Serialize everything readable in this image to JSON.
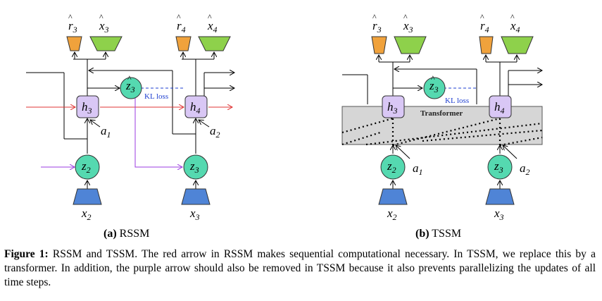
{
  "figure": {
    "subfigures": [
      {
        "label": "(a)",
        "name": "RSSM"
      },
      {
        "label": "(b)",
        "name": "TSSM"
      }
    ],
    "kl_loss": "KL loss",
    "transformer_label": "Transformer",
    "nodes": {
      "r3": {
        "base": "r",
        "sub": "3"
      },
      "x3hat": {
        "base": "x",
        "sub": "3"
      },
      "r4": {
        "base": "r",
        "sub": "4"
      },
      "x4hat": {
        "base": "x",
        "sub": "4"
      },
      "z3hat": {
        "base": "z",
        "sub": "3"
      },
      "h3": {
        "base": "h",
        "sub": "3"
      },
      "h4": {
        "base": "h",
        "sub": "4"
      },
      "a1": {
        "base": "a",
        "sub": "1"
      },
      "a2": {
        "base": "a",
        "sub": "2"
      },
      "z2": {
        "base": "z",
        "sub": "2"
      },
      "z3": {
        "base": "z",
        "sub": "3"
      },
      "x2": {
        "base": "x",
        "sub": "2"
      },
      "x3": {
        "base": "x",
        "sub": "3"
      }
    },
    "colors": {
      "orange": "#f0a23c",
      "green": "#8ed14b",
      "blue": "#4f84d6",
      "teal": "#55d9b0",
      "lavender": "#d9c7f5",
      "red": "#e03434",
      "purple": "#9b3be0",
      "kl_blue": "#1e3fd0",
      "transformer_band": "#d6d6d6"
    }
  },
  "caption": {
    "label": "Figure 1:",
    "text": " RSSM and TSSM. The red arrow in RSSM makes sequential computational necessary. In TSSM, we replace this by a transformer. In addition, the purple arrow should also be removed in TSSM because it also prevents parallelizing the updates of all time steps."
  }
}
